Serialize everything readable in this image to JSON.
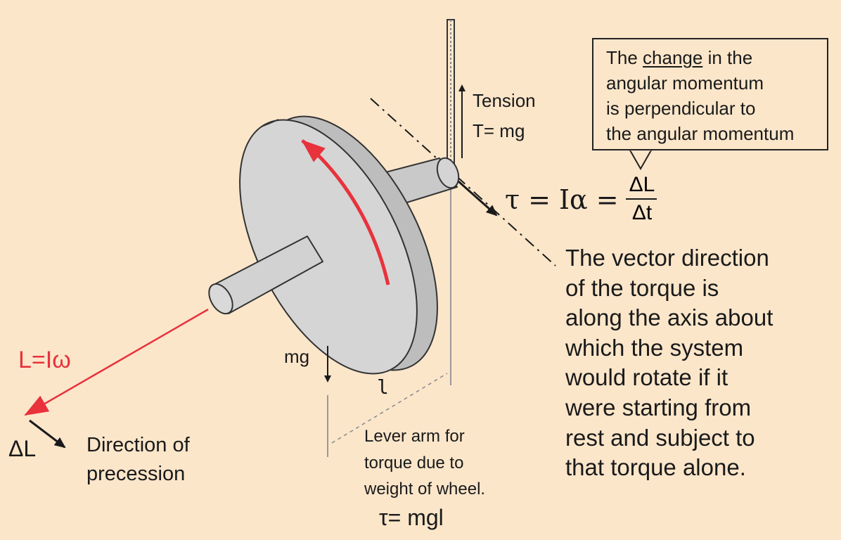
{
  "colors": {
    "background": "#fbe6ca",
    "red_accent": "#e8323c",
    "wheel_gray": "#cccccc",
    "ink": "#1a1a1a"
  },
  "labels": {
    "tension": "Tension",
    "tension_eq": "T= mg",
    "mg": "mg",
    "l": "l",
    "angular_momentum": "L=Iω",
    "delta_L_bottom": "ΔL",
    "direction_line1": "Direction of",
    "direction_line2": "precession",
    "lever_line1": "Lever arm for",
    "lever_line2": "torque due to",
    "lever_line3": "weight of wheel.",
    "torque_mgl": "τ= mgl"
  },
  "equation": {
    "lhs": "τ = Iα =",
    "numerator": "ΔL",
    "denominator": "Δt"
  },
  "callout": {
    "line1_pre": "The ",
    "line1_underlined": "change",
    "line1_post": " in the",
    "line2": "angular momentum",
    "line3": "is perpendicular to",
    "line4": "the angular momentum"
  },
  "torque_note": {
    "lines": [
      "The vector direction",
      "of the torque is",
      "along the axis about",
      "which the system",
      "would rotate if it",
      "were starting from",
      "rest and subject to",
      "that torque alone."
    ]
  }
}
